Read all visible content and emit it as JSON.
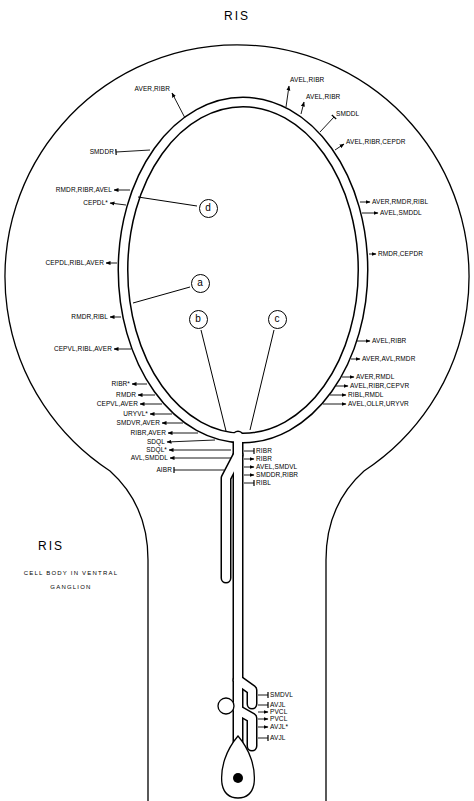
{
  "diagram": {
    "title": "RIS",
    "nodes": [
      {
        "text": [
          "d"
        ]
      },
      {
        "text": [
          "a"
        ]
      },
      {
        "text": [
          "b"
        ]
      },
      {
        "text": [
          "c"
        ]
      }
    ],
    "labels": [
      "AVER,RIBR",
      "AVEL,RIBR",
      "AVEL,RIBR",
      "SMDDL",
      "AVEL,RIBR,CEPDR",
      "SMDDR",
      "RMDR,RIBR,AVEL",
      "CEPDL*",
      "AVER,RMDR,RIBL",
      "AVEL,SMDDL",
      "CEPDL,RIBL,AVER",
      "RMDR,CEPDR",
      "RMDR,RIBL",
      "CEPVL,RIBL,AVER",
      "AVEL,RIBR",
      "AVER,AVL,RMDR",
      "RIBR*",
      "RMDR",
      "CEPVL,AVER",
      "AVER,RMDL",
      "AVEL,RIBR,CEPVR",
      "RIBL,RMDL",
      "AVEL,OLLR,URYVR",
      "URYVL*",
      "SMDVR,AVER",
      "RIBR,AVER",
      "SDQL",
      "SDQL*",
      "AVL,SMDDL",
      "AIBR",
      "RIBR",
      "RIBR",
      "AVEL,SMDVL",
      "SMDDR,RIBR",
      "RIBL",
      "SMDVL",
      "AVJL",
      "PVCL",
      "PVCL",
      "AVJL*",
      "AVJL",
      "RIS",
      "CELL BODY IN VENTRAL GANGLION"
    ]
  }
}
